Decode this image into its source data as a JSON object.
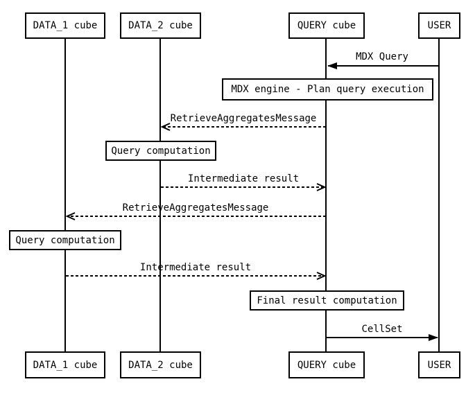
{
  "diagram": {
    "type": "sequence-diagram",
    "colors": {
      "line": "#000000",
      "text": "#000000",
      "background": "#ffffff",
      "box_fill": "#ffffff"
    },
    "actors": [
      {
        "id": "data1",
        "label": "DATA_1 cube"
      },
      {
        "id": "data2",
        "label": "DATA_2 cube"
      },
      {
        "id": "query",
        "label": "QUERY cube"
      },
      {
        "id": "user",
        "label": "USER"
      }
    ],
    "activities": [
      {
        "on": "QUERY cube",
        "label": "MDX engine - Plan query execution"
      },
      {
        "on": "DATA_2 cube",
        "label": "Query computation"
      },
      {
        "on": "DATA_1 cube",
        "label": "Query computation"
      },
      {
        "on": "QUERY cube",
        "label": "Final result computation"
      }
    ],
    "messages": [
      {
        "label": "MDX Query",
        "from": "USER",
        "to": "QUERY cube",
        "line": "solid",
        "head": "filled"
      },
      {
        "label": "RetrieveAggregatesMessage",
        "from": "QUERY cube",
        "to": "DATA_2 cube",
        "line": "dashed",
        "head": "open"
      },
      {
        "label": "Intermediate result",
        "from": "DATA_2 cube",
        "to": "QUERY cube",
        "line": "dashed",
        "head": "open"
      },
      {
        "label": "RetrieveAggregatesMessage",
        "from": "QUERY cube",
        "to": "DATA_1 cube",
        "line": "dashed",
        "head": "open"
      },
      {
        "label": "Intermediate result",
        "from": "DATA_1 cube",
        "to": "QUERY cube",
        "line": "dashed",
        "head": "open"
      },
      {
        "label": "CellSet",
        "from": "QUERY cube",
        "to": "USER",
        "line": "solid",
        "head": "filled"
      }
    ]
  }
}
